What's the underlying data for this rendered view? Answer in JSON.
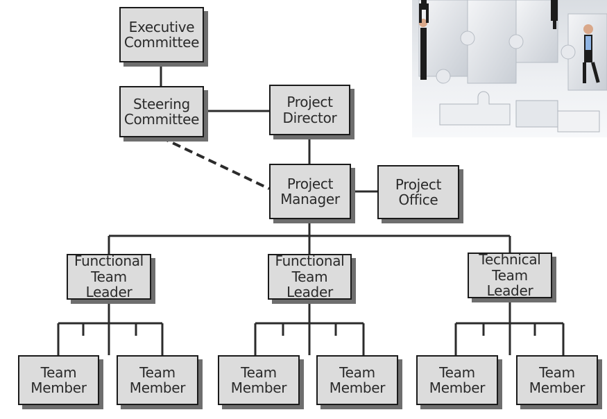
{
  "nodes": {
    "executive_committee": "Executive\nCommittee",
    "steering_committee": "Steering\nCommittee",
    "project_director": "Project\nDirector",
    "project_manager": "Project\nManager",
    "project_office": "Project\nOffice",
    "functional_team_leader_1": "Functional\nTeam Leader",
    "functional_team_leader_2": "Functional\nTeam Leader",
    "technical_team_leader": "Technical\nTeam Leader",
    "team_member_1": "Team\nMember",
    "team_member_2": "Team\nMember",
    "team_member_3": "Team\nMember",
    "team_member_4": "Team\nMember",
    "team_member_5": "Team\nMember",
    "team_member_6": "Team\nMember"
  },
  "colors": {
    "box_fill": "#dcdcdc",
    "box_border": "#1a1a1a",
    "box_shadow": "#6e6e6e",
    "connector": "#2b2b2b"
  }
}
